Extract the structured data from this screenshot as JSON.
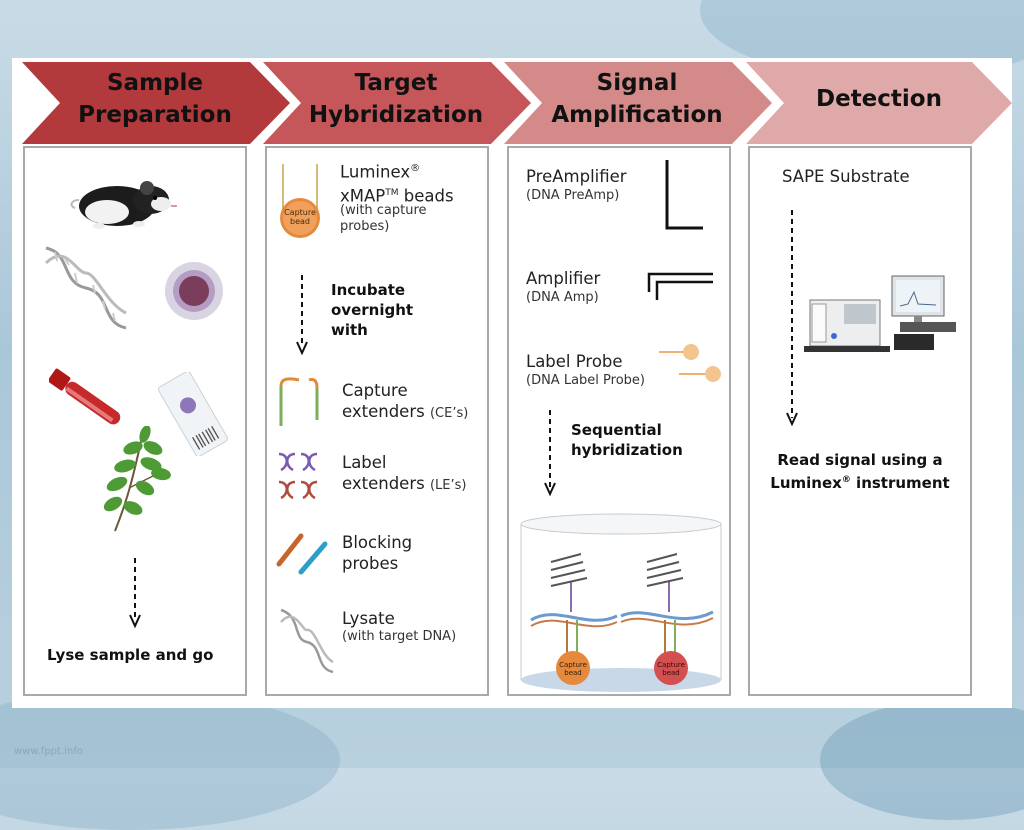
{
  "steps": [
    {
      "label_line1": "Sample",
      "label_line2": "Preparation",
      "color": "#b2393c"
    },
    {
      "label_line1": "Target",
      "label_line2": "Hybridization",
      "color": "#c5575b"
    },
    {
      "label_line1": "Signal",
      "label_line2": "Amplification",
      "color": "#d58a8a"
    },
    {
      "label_line1": "Detection",
      "label_line2": "",
      "color": "#e0a9a9"
    }
  ],
  "sample": {
    "caption": "Lyse sample and go"
  },
  "target": {
    "luminex_name": "Luminex",
    "luminex_reg": "®",
    "xmap_prefix": "xMAP",
    "xmap_tm": "TM",
    "xmap_suffix": " beads",
    "luminex_sub1": "(with capture",
    "luminex_sub2": "probes)",
    "bead_label_1": "Capture",
    "bead_label_2": "bead",
    "incubate_1": "Incubate",
    "incubate_2": "overnight",
    "incubate_3": "with",
    "capture_1": "Capture",
    "capture_2": "extenders",
    "capture_abbr": "(CE’s)",
    "label_ext_1": "Label",
    "label_ext_2": "extenders",
    "label_ext_abbr": "(LE’s)",
    "blocking_1": "Blocking",
    "blocking_2": "probes",
    "lysate": "Lysate",
    "lysate_sub": "(with target DNA)"
  },
  "signal": {
    "preamp": "PreAmplifier",
    "preamp_sub": "(DNA PreAmp)",
    "amp": "Amplifier",
    "amp_sub": "(DNA Amp)",
    "label_probe": "Label Probe",
    "label_probe_sub": "(DNA Label Probe)",
    "sequential_1": "Sequential",
    "sequential_2": "hybridization",
    "bead_label_1": "Capture",
    "bead_label_2": "bead"
  },
  "detection": {
    "substrate": "SAPE Substrate",
    "read_1": "Read signal using a",
    "read_2_name": "Luminex",
    "read_2_reg": "®",
    "read_2_rest": " instrument"
  },
  "footer": {
    "url": "www.fppt.info"
  }
}
